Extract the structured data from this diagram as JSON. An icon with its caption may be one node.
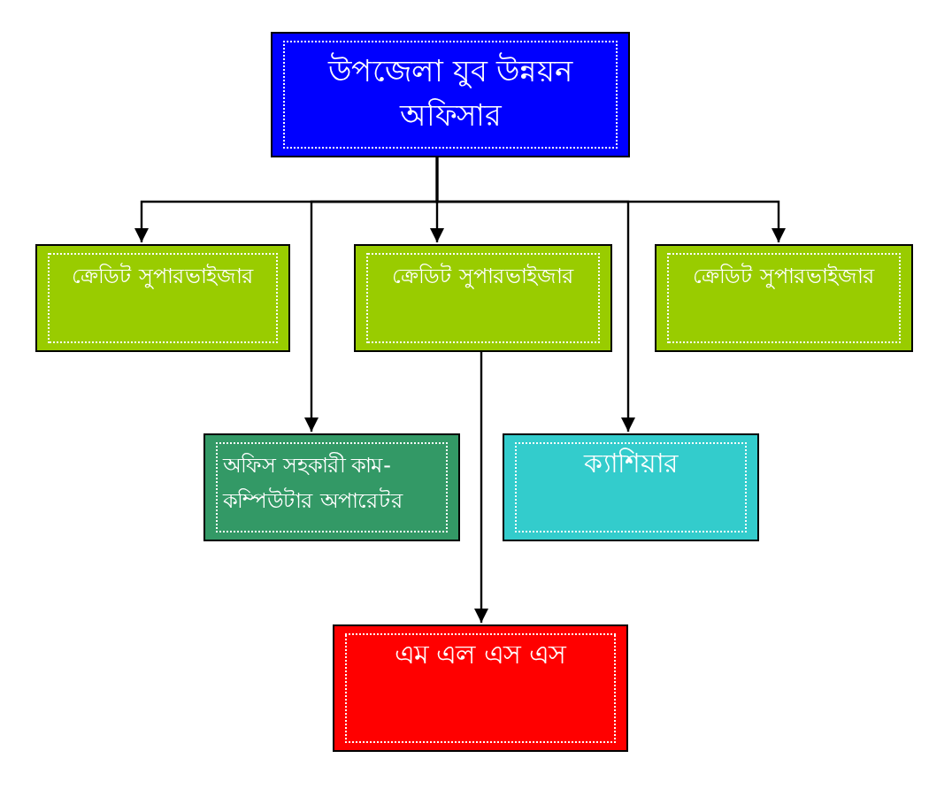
{
  "diagram": {
    "nodes": [
      {
        "text": [
          "উপজেলা যুব উন্নয়ন অফিসার"
        ]
      },
      {
        "text": [
          "ক্রেডিট সুপারভাইজার"
        ]
      },
      {
        "text": [
          "ক্রেডিট সুপারভাইজার"
        ]
      },
      {
        "text": [
          "ক্রেডিট সুপারভাইজার"
        ]
      },
      {
        "text": [
          "অফিস সহকারী কাম-কম্পিউটার অপারেটর"
        ]
      },
      {
        "text": [
          "ক্যাশিয়ার"
        ]
      },
      {
        "text": [
          "এম এল এস এস"
        ]
      }
    ],
    "edges": [
      {
        "from": 0,
        "to": 1,
        "arrow": "to"
      },
      {
        "from": 0,
        "to": 2,
        "arrow": "to"
      },
      {
        "from": 0,
        "to": 3,
        "arrow": "to"
      },
      {
        "from": 0,
        "to": 4,
        "arrow": "to"
      },
      {
        "from": 0,
        "to": 5,
        "arrow": "to"
      },
      {
        "from": 2,
        "to": 6,
        "arrow": "to"
      }
    ]
  }
}
